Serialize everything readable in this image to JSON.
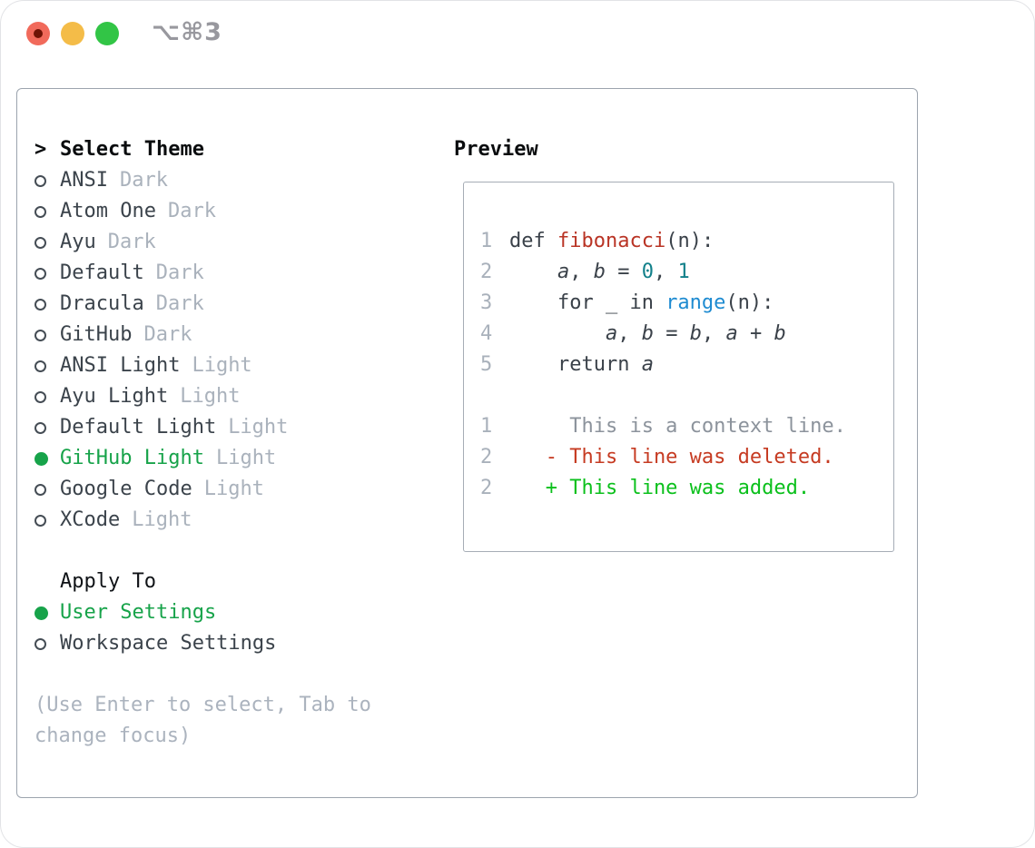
{
  "window": {
    "shortcut_label": "⌥⌘3",
    "traffic_lights": [
      "close",
      "minimize",
      "zoom"
    ],
    "colors": {
      "light_red": "#f16a5b",
      "light_yellow": "#f4bc48",
      "light_green": "#32c546",
      "panel_border": "#9ca4ae",
      "accent_green": "#17a34a",
      "muted_gray": "#aab2bc"
    }
  },
  "theme_panel": {
    "prompt": ">",
    "title": "Select Theme",
    "themes": [
      {
        "name": "ANSI",
        "variant": "Dark",
        "selected": false
      },
      {
        "name": "Atom One",
        "variant": "Dark",
        "selected": false
      },
      {
        "name": "Ayu",
        "variant": "Dark",
        "selected": false
      },
      {
        "name": "Default",
        "variant": "Dark",
        "selected": false
      },
      {
        "name": "Dracula",
        "variant": "Dark",
        "selected": false
      },
      {
        "name": "GitHub",
        "variant": "Dark",
        "selected": false
      },
      {
        "name": "ANSI Light",
        "variant": "Light",
        "selected": false
      },
      {
        "name": "Ayu Light",
        "variant": "Light",
        "selected": false
      },
      {
        "name": "Default Light",
        "variant": "Light",
        "selected": false
      },
      {
        "name": "GitHub Light",
        "variant": "Light",
        "selected": true
      },
      {
        "name": "Google Code",
        "variant": "Light",
        "selected": false
      },
      {
        "name": "XCode",
        "variant": "Light",
        "selected": false
      }
    ],
    "apply_to": {
      "title": "Apply To",
      "options": [
        {
          "label": "User Settings",
          "selected": true
        },
        {
          "label": "Workspace Settings",
          "selected": false
        }
      ]
    },
    "help_lines": [
      "(Use Enter to select, Tab to",
      "change focus)"
    ]
  },
  "preview": {
    "title": "Preview",
    "lines": [
      {
        "num": "1",
        "tokens": [
          {
            "t": "def ",
            "c": "code"
          },
          {
            "t": "fibonacci",
            "c": "func"
          },
          {
            "t": "(n):",
            "c": "code"
          }
        ]
      },
      {
        "num": "2",
        "tokens": [
          {
            "t": "    ",
            "c": "code"
          },
          {
            "t": "a",
            "c": "var"
          },
          {
            "t": ", ",
            "c": "code"
          },
          {
            "t": "b",
            "c": "var"
          },
          {
            "t": " = ",
            "c": "code"
          },
          {
            "t": "0",
            "c": "num"
          },
          {
            "t": ", ",
            "c": "code"
          },
          {
            "t": "1",
            "c": "num"
          }
        ]
      },
      {
        "num": "3",
        "tokens": [
          {
            "t": "    for _ in ",
            "c": "code"
          },
          {
            "t": "range",
            "c": "builtin"
          },
          {
            "t": "(n):",
            "c": "code"
          }
        ]
      },
      {
        "num": "4",
        "tokens": [
          {
            "t": "        ",
            "c": "code"
          },
          {
            "t": "a",
            "c": "var"
          },
          {
            "t": ", ",
            "c": "code"
          },
          {
            "t": "b",
            "c": "var"
          },
          {
            "t": " = ",
            "c": "code"
          },
          {
            "t": "b",
            "c": "var"
          },
          {
            "t": ", ",
            "c": "code"
          },
          {
            "t": "a",
            "c": "var"
          },
          {
            "t": " + ",
            "c": "code"
          },
          {
            "t": "b",
            "c": "var"
          }
        ]
      },
      {
        "num": "5",
        "tokens": [
          {
            "t": "    return ",
            "c": "code"
          },
          {
            "t": "a",
            "c": "var"
          }
        ]
      },
      {
        "num": "",
        "tokens": []
      },
      {
        "num": "1",
        "tokens": [
          {
            "t": "     This is a context line.",
            "c": "context"
          }
        ]
      },
      {
        "num": "2",
        "tokens": [
          {
            "t": "   - This line was deleted.",
            "c": "deleted"
          }
        ]
      },
      {
        "num": "2",
        "tokens": [
          {
            "t": "   + This line was added.",
            "c": "added"
          }
        ]
      }
    ]
  }
}
